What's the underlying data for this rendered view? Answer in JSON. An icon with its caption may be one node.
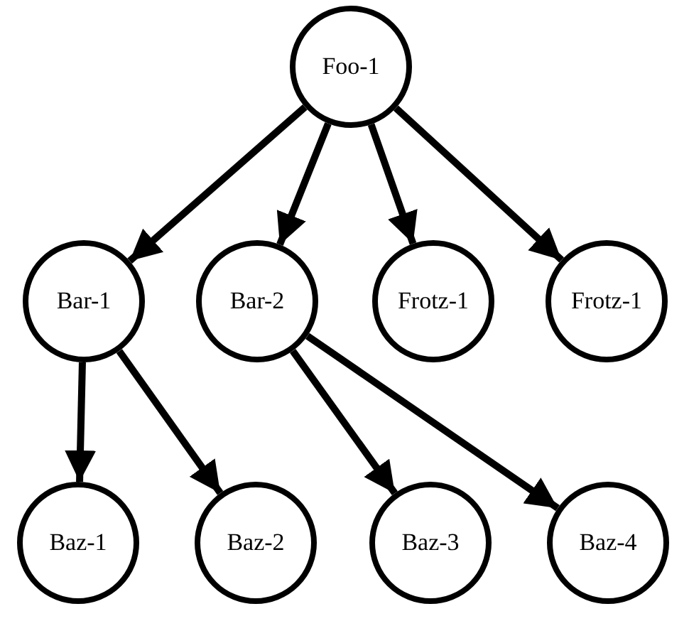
{
  "diagram": {
    "nodes": [
      {
        "text": [
          "Foo-1"
        ]
      },
      {
        "text": [
          "Bar-1"
        ]
      },
      {
        "text": [
          "Bar-2"
        ]
      },
      {
        "text": [
          "Frotz-1"
        ]
      },
      {
        "text": [
          "Frotz-1"
        ]
      },
      {
        "text": [
          "Baz-1"
        ]
      },
      {
        "text": [
          "Baz-2"
        ]
      },
      {
        "text": [
          "Baz-3"
        ]
      },
      {
        "text": [
          "Baz-4"
        ]
      }
    ],
    "edges": [
      {
        "from": 0,
        "to": 1,
        "arrow": "to"
      },
      {
        "from": 0,
        "to": 2,
        "arrow": "to"
      },
      {
        "from": 0,
        "to": 3,
        "arrow": "to"
      },
      {
        "from": 0,
        "to": 4,
        "arrow": "to"
      },
      {
        "from": 1,
        "to": 5,
        "arrow": "to"
      },
      {
        "from": 1,
        "to": 6,
        "arrow": "to"
      },
      {
        "from": 2,
        "to": 7,
        "arrow": "to"
      },
      {
        "from": 2,
        "to": 8,
        "arrow": "to"
      }
    ]
  }
}
